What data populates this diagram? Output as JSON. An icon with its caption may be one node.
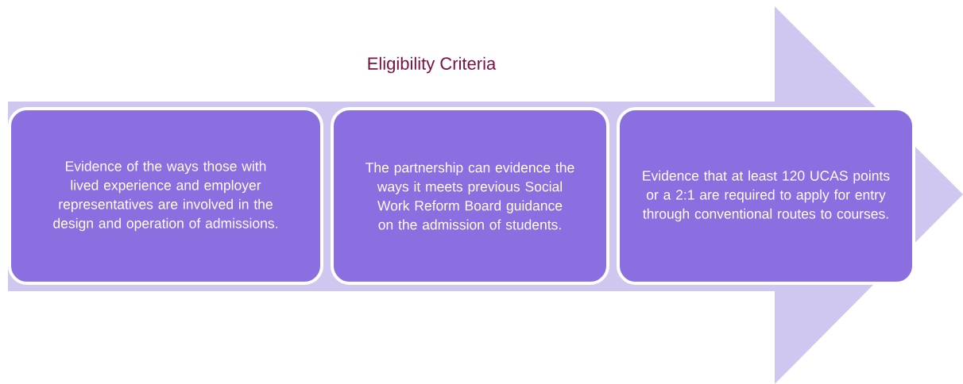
{
  "diagram": {
    "title": "Eligibility Criteria",
    "nodes": [
      {
        "text": [
          "Evidence of the ways those with lived experience and employer representatives are involved in the design and operation of admissions."
        ]
      },
      {
        "text": [
          "The partnership can evidence the ways it meets previous Social Work Reform Board guidance on the admission of students."
        ]
      },
      {
        "text": [
          "Evidence that at least 120 UCAS points or a 2:1 are required to apply for entry through conventional routes to courses."
        ]
      }
    ]
  }
}
